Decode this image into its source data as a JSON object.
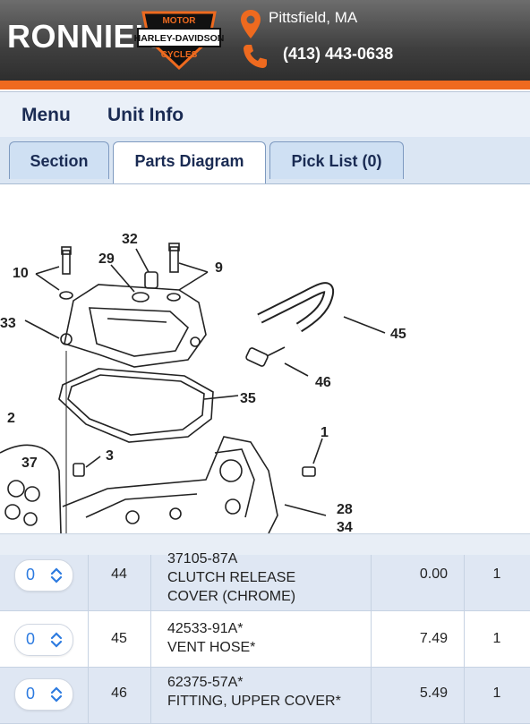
{
  "header": {
    "brand": "RONNIE'S",
    "logo": {
      "top": "MOTOR",
      "middle": "HARLEY-DAVIDSON",
      "bottom": "CYCLES",
      "icon": "harley-davidson-logo"
    },
    "city": "Pittsfield, MA",
    "phone": "(413) 443-0638",
    "accent_color": "#ee6a1f"
  },
  "menu": {
    "menu_label": "Menu",
    "unit_info_label": "Unit Info"
  },
  "tabs": [
    {
      "label": "Section"
    },
    {
      "label": "Parts Diagram"
    },
    {
      "label": "Pick List (0)"
    }
  ],
  "diagram": {
    "callouts": [
      "32",
      "29",
      "10",
      "9",
      "33",
      "45",
      "46",
      "35",
      "2",
      "37",
      "3",
      "1",
      "28",
      "34"
    ]
  },
  "rows": [
    {
      "qty": "0",
      "ref": "44",
      "part_no": "37105-87A",
      "name": "CLUTCH RELEASE",
      "name2": "COVER (CHROME)",
      "price": "0.00",
      "count": "1"
    },
    {
      "qty": "0",
      "ref": "45",
      "part_no": "42533-91A*",
      "name": "VENT HOSE*",
      "name2": "",
      "price": "7.49",
      "count": "1"
    },
    {
      "qty": "0",
      "ref": "46",
      "part_no": "62375-57A*",
      "name": "FITTING, UPPER COVER*",
      "name2": "",
      "price": "5.49",
      "count": "1"
    }
  ]
}
